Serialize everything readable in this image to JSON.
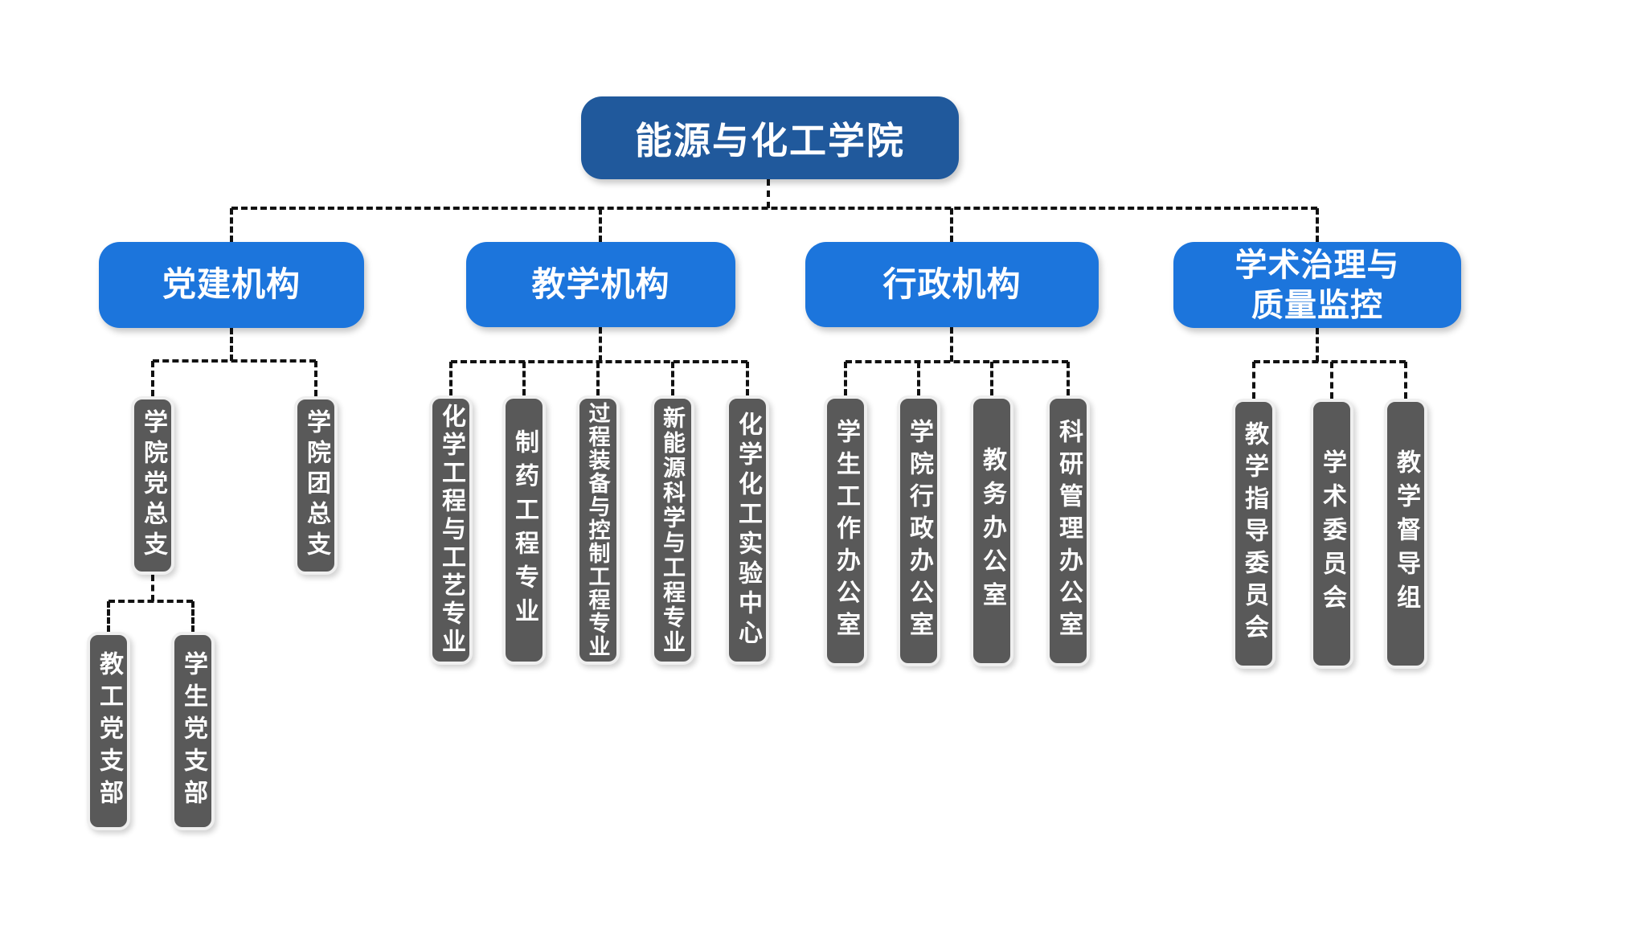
{
  "colors": {
    "root_blue": "#20599c",
    "branch_blue": "#1c75dc",
    "dept_gray": "#595959",
    "leaf_border": "#efefef",
    "connector": "#111111",
    "text": "#ffffff"
  },
  "tree": {
    "root": {
      "label": "能源与化工学院"
    },
    "branches": [
      {
        "label": "党建机构",
        "children": [
          {
            "label": "学院党总支",
            "children": [
              {
                "label": "教工党支部"
              },
              {
                "label": "学生党支部"
              }
            ]
          },
          {
            "label": "学院团总支"
          }
        ]
      },
      {
        "label": "教学机构",
        "children": [
          {
            "label": "化学工程与工艺专业"
          },
          {
            "label": "制药工程专业"
          },
          {
            "label": "过程装备与控制工程专业"
          },
          {
            "label": "新能源科学与工程专业"
          },
          {
            "label": "化学化工实验中心"
          }
        ]
      },
      {
        "label": "行政机构",
        "children": [
          {
            "label": "学生工作办公室"
          },
          {
            "label": "学院行政办公室"
          },
          {
            "label": "教务办公室"
          },
          {
            "label": "科研管理办公室"
          }
        ]
      },
      {
        "label": "学术治理与\n质量监控",
        "children": [
          {
            "label": "教学指导委员会"
          },
          {
            "label": "学术委员会"
          },
          {
            "label": "教学督导组"
          }
        ]
      }
    ]
  }
}
